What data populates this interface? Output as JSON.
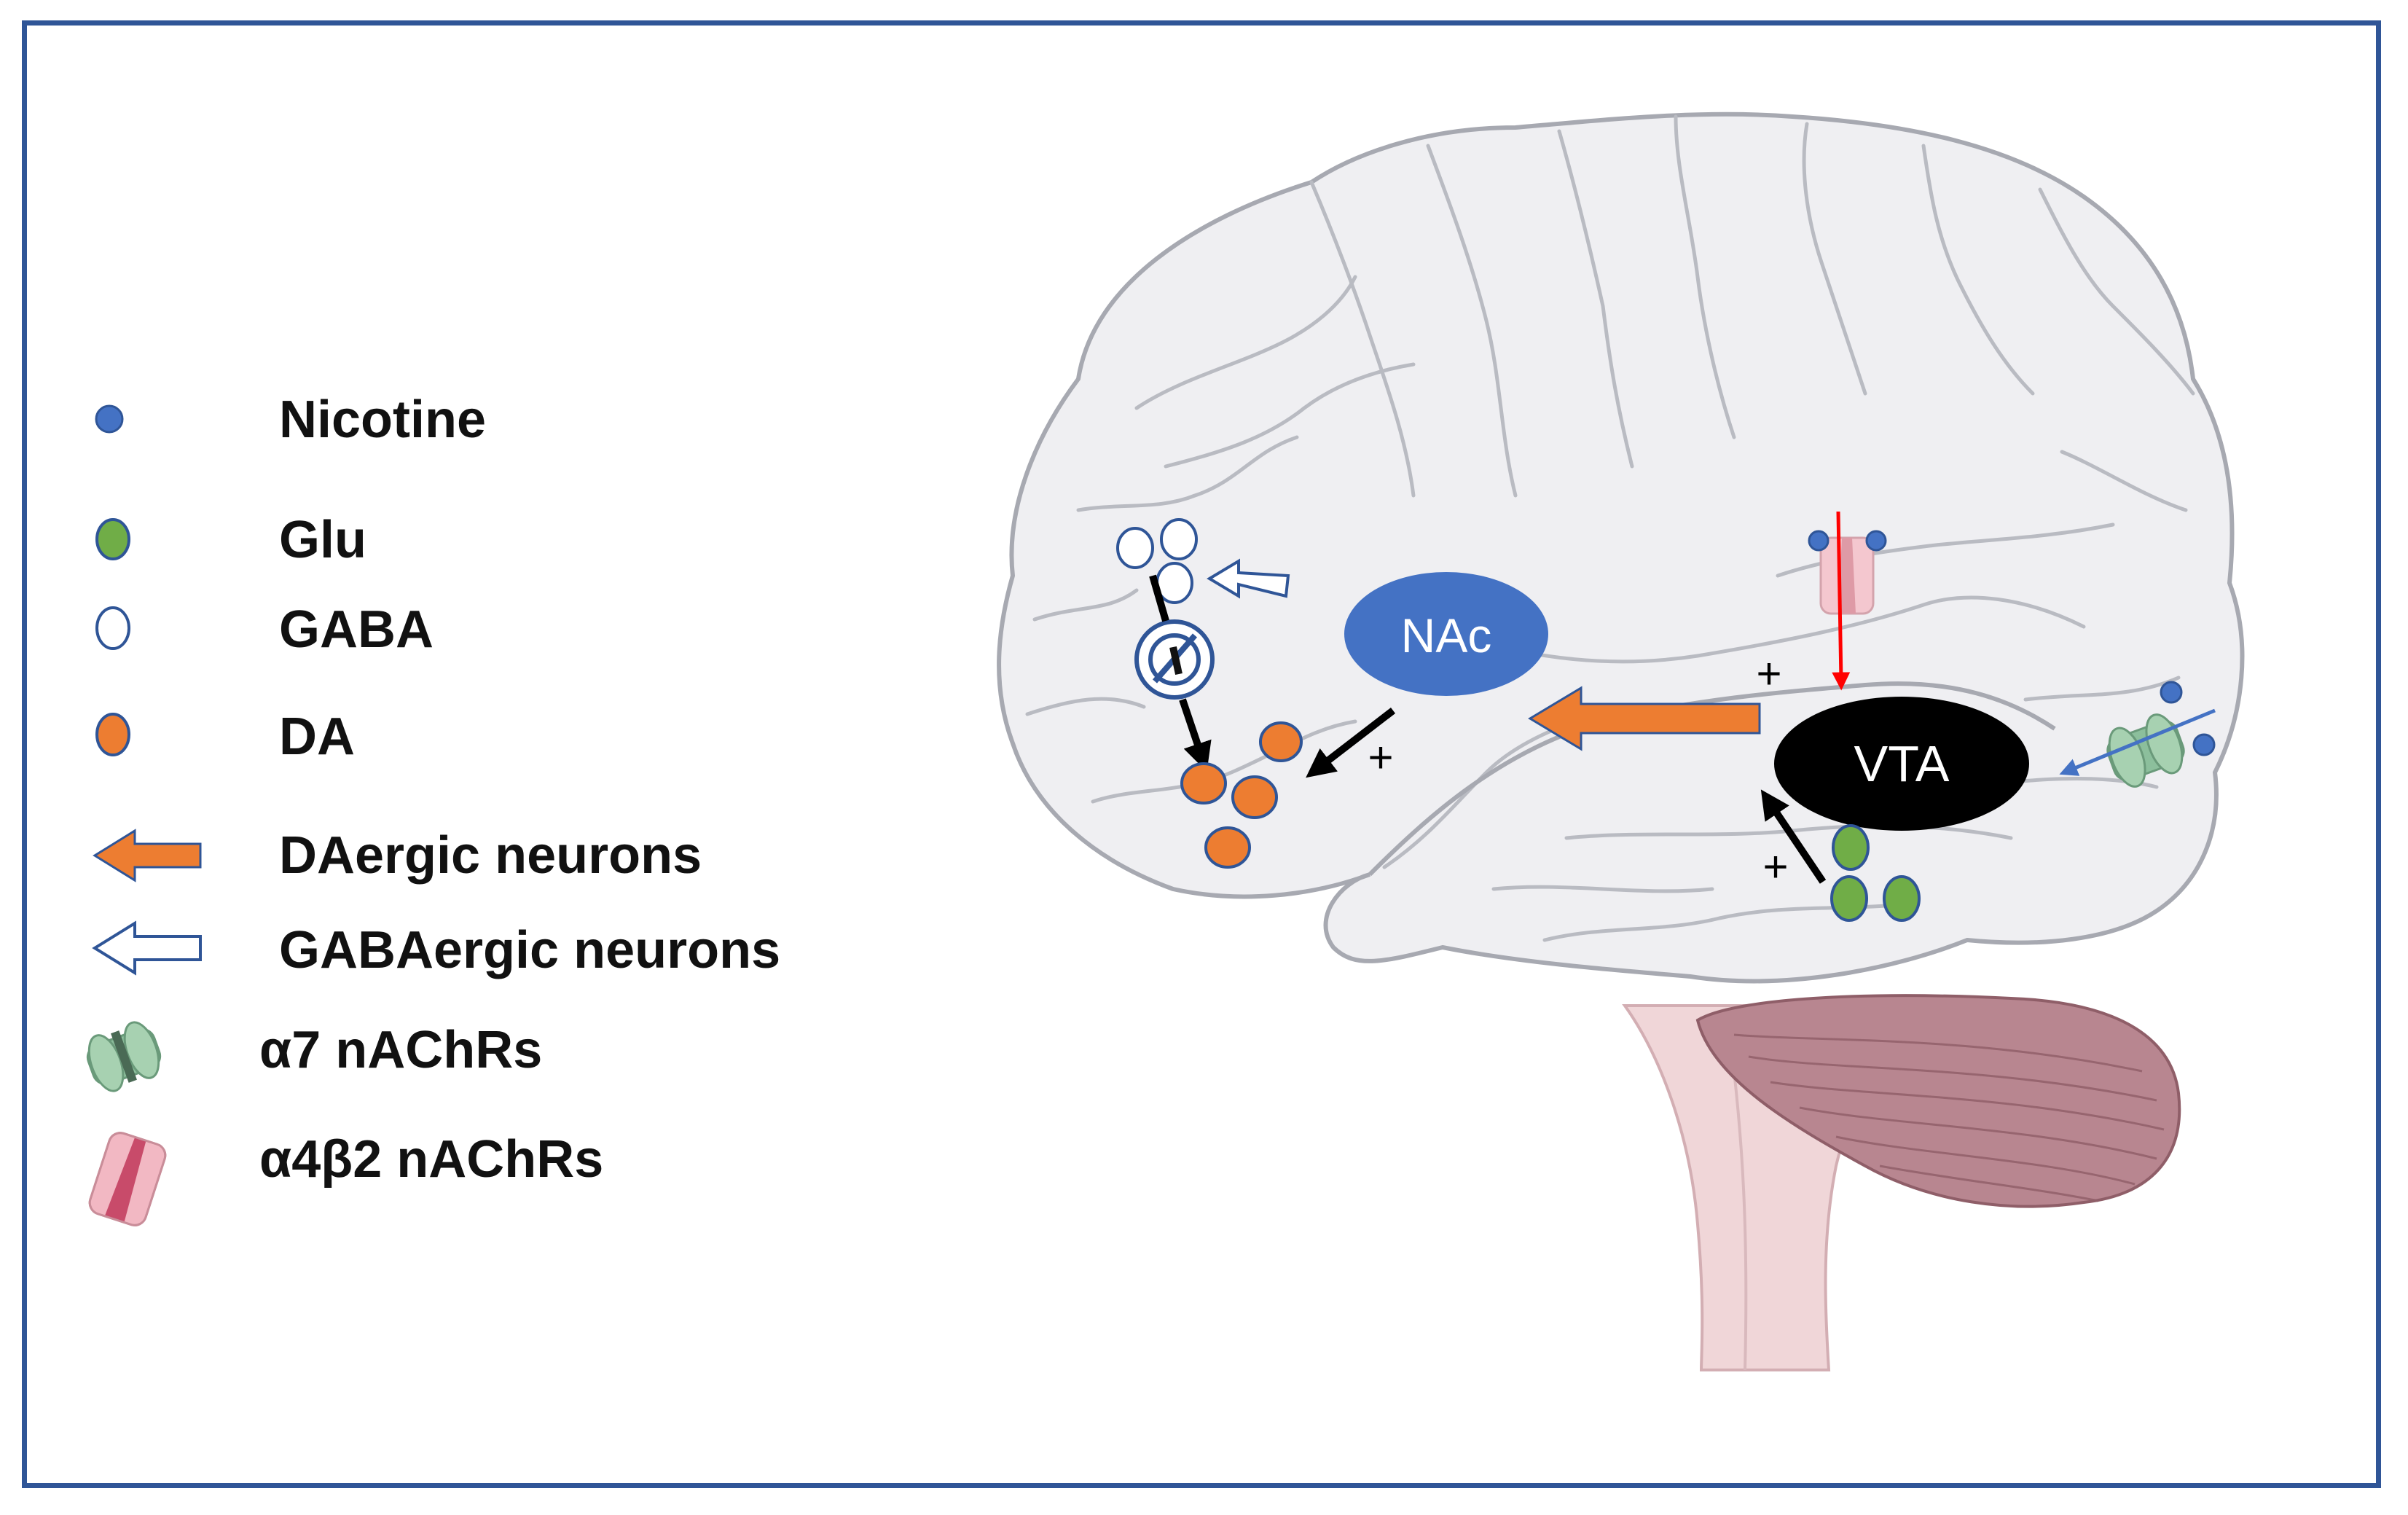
{
  "legend": {
    "items": [
      {
        "label": "Nicotine",
        "icon": "blue-dot-icon",
        "color": "#4472c4"
      },
      {
        "label": "Glu",
        "icon": "green-oval-icon",
        "color": "#70ad47"
      },
      {
        "label": "GABA",
        "icon": "white-oval-icon",
        "color": "#ffffff"
      },
      {
        "label": "DA",
        "icon": "orange-oval-icon",
        "color": "#ed7d31"
      },
      {
        "label": "DAergic neurons",
        "icon": "orange-arrow-icon",
        "color": "#ed7d31"
      },
      {
        "label": "GABAergic neurons",
        "icon": "hollow-arrow-icon",
        "color": "#2f5597"
      },
      {
        "label": "α7 nAChRs",
        "icon": "green-receptor-icon",
        "color": "#8cbf9c"
      },
      {
        "label": "α4β2 nAChRs",
        "icon": "red-receptor-icon",
        "color": "#c84b6a"
      }
    ]
  },
  "diagram": {
    "nac_label": "NAc",
    "vta_label": "VTA",
    "plus_sign": "+",
    "colors": {
      "frame": "#2f5597",
      "nac": "#4472c4",
      "vta": "#000000",
      "dopamine": "#ed7d31",
      "glutamate": "#70ad47",
      "nicotine": "#4472c4",
      "brain_fill": "#efeff2",
      "brain_outline": "#a7a9b1",
      "cerebellum": "#b88690",
      "brainstem": "#f0d6d8",
      "inhibitory_arrow": "#ff0000"
    }
  }
}
